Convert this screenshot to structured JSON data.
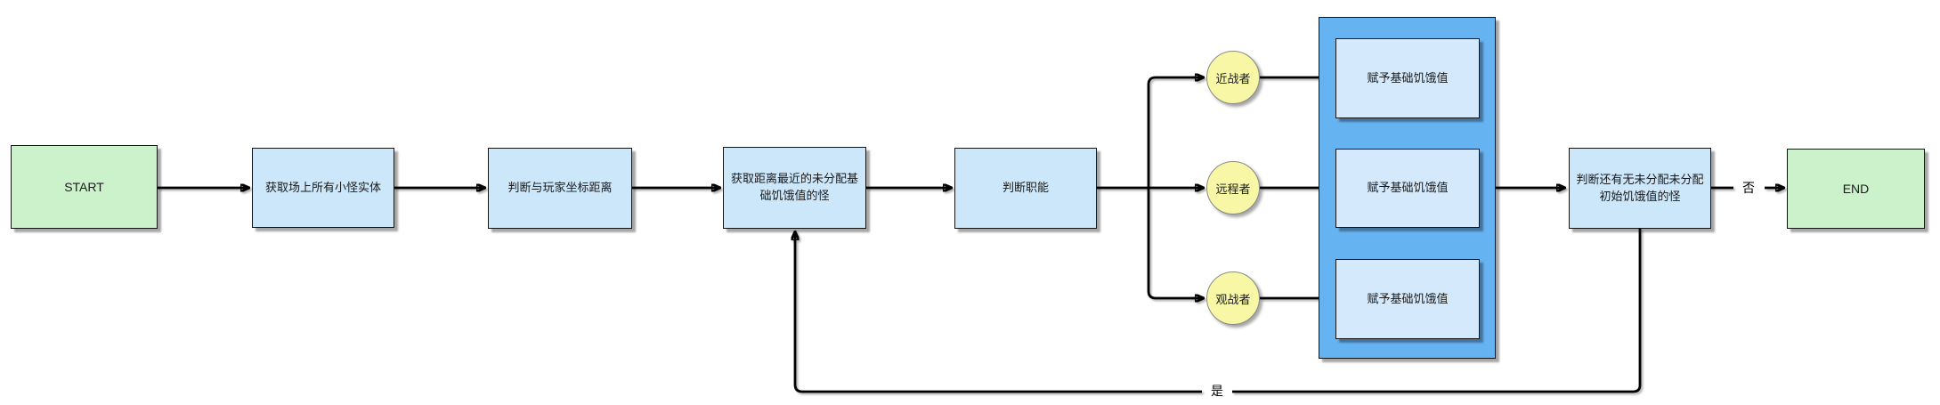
{
  "diagram": {
    "type": "flowchart",
    "nodes": {
      "start": "START",
      "get_all_minions": "获取场上所有小怪实体",
      "judge_player_distance": "判断与玩家坐标距离",
      "get_nearest_unassigned": "获取距离最近的未分配基础饥饿值的怪",
      "judge_role": "判断职能",
      "role_melee": "近战者",
      "role_ranged": "远程者",
      "role_spectator": "观战者",
      "assign_melee": "赋予基础饥饿值",
      "assign_ranged": "赋予基础饥饿值",
      "assign_spectator": "赋予基础饥饿值",
      "check_remaining": "判断还有无未分配未分配初始饥饿值的怪",
      "end": "END"
    },
    "edge_labels": {
      "yes": "是",
      "no": "否"
    },
    "colors": {
      "terminal_fill": "#ccf2cc",
      "process_fill": "#cce6fa",
      "inner_process_fill": "#d4eafc",
      "container_fill": "#66b3f2",
      "role_circle_fill": "#f7f7a6",
      "border": "#141414",
      "connector": "#000000"
    }
  }
}
